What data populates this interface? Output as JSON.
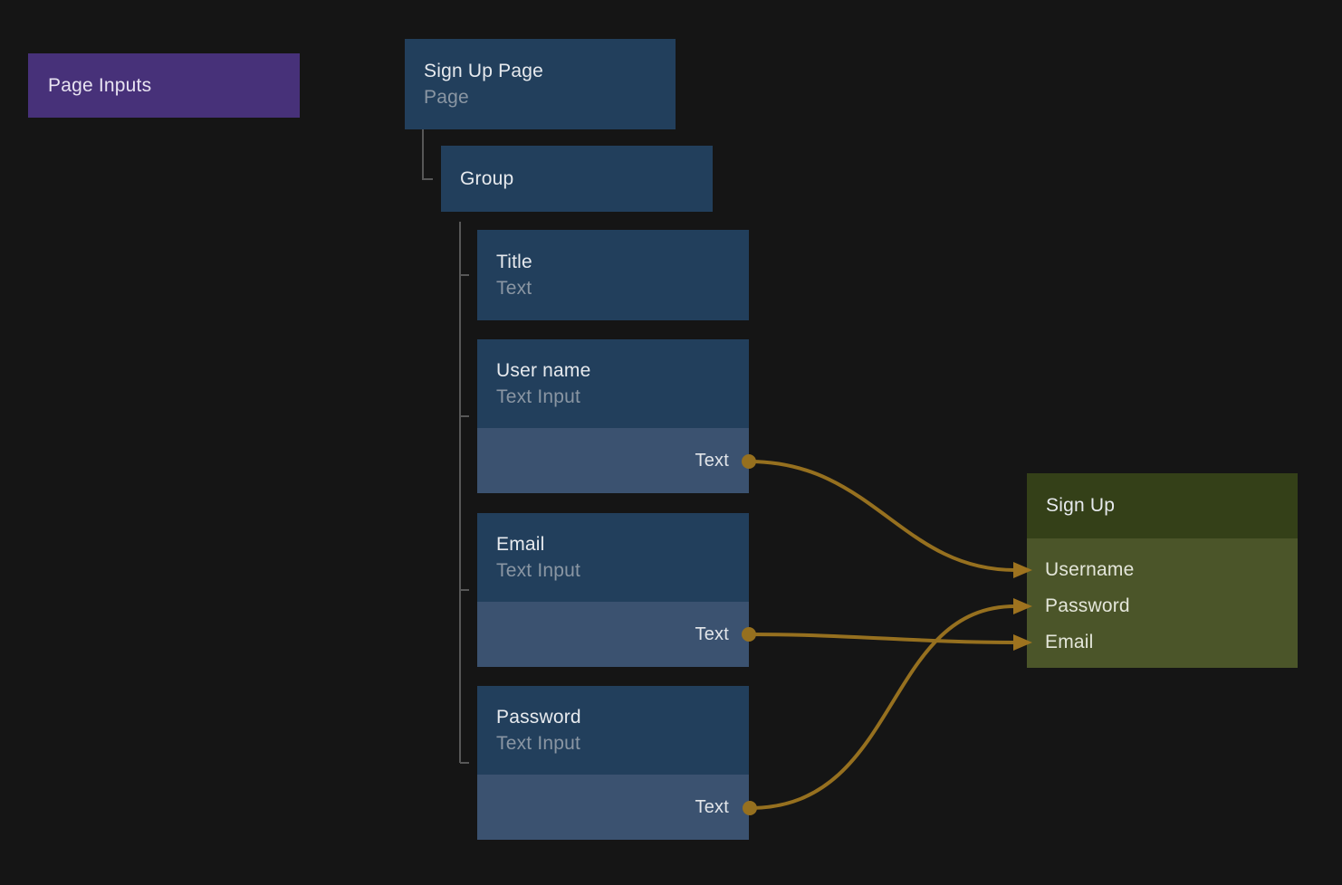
{
  "colors": {
    "background": "#151515",
    "node_blue": "#223f5c",
    "node_blue_light": "#3b5270",
    "badge_purple": "#473179",
    "signup_header_olive": "#344018",
    "signup_body_olive": "#4b5529",
    "wire_gold": "#96701f",
    "arrow_gold": "#9e731f",
    "tree_line_gray": "#575757",
    "title_text": "#e7eaee",
    "subtitle_text": "#8a96a3"
  },
  "page_inputs": {
    "label": "Page Inputs"
  },
  "tree": {
    "root": {
      "title": "Sign Up Page",
      "subtitle": "Page"
    },
    "group": {
      "title": "Group"
    },
    "children": [
      {
        "title": "Title",
        "subtitle": "Text",
        "output_label": ""
      },
      {
        "title": "User name",
        "subtitle": "Text Input",
        "output_label": "Text"
      },
      {
        "title": "Email",
        "subtitle": "Text Input",
        "output_label": "Text"
      },
      {
        "title": "Password",
        "subtitle": "Text Input",
        "output_label": "Text"
      }
    ]
  },
  "signup_node": {
    "title": "Sign Up",
    "inputs": [
      {
        "label": "Username"
      },
      {
        "label": "Password"
      },
      {
        "label": "Email"
      }
    ]
  },
  "connections": [
    {
      "from": "User name / Text",
      "to": "Sign Up / Username"
    },
    {
      "from": "Email / Text",
      "to": "Sign Up / Email"
    },
    {
      "from": "Password / Text",
      "to": "Sign Up / Password"
    }
  ]
}
